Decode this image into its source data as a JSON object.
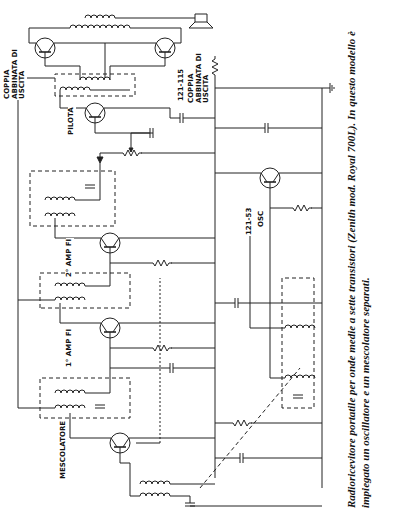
{
  "diagram": {
    "caption": "Radioricevitore portatile per onde medie a sette transistori (Zenith mod. Royal 700L). In questo modello è impiegato un oscillatore e un mescolatore separati.",
    "labels": [
      "MESCOLATORE",
      "1° AMP FI",
      "2° AMP FI",
      "PILOTA",
      "COPPIA ABBINATA DI USCITA",
      "121-115",
      "COPPIA ABBINATA DI USCITA",
      "121-53",
      "OSC"
    ]
  }
}
